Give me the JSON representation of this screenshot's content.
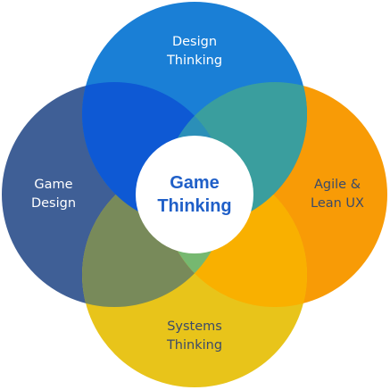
{
  "diagram": {
    "center": {
      "line1": "Game",
      "line2": "Thinking",
      "color": "#1f5fc8"
    },
    "circles": [
      {
        "id": "top",
        "line1": "Design",
        "line2": "Thinking",
        "color": "#1a7fd6"
      },
      {
        "id": "left",
        "line1": "Game",
        "line2": "Design",
        "color": "#3f5f96"
      },
      {
        "id": "right",
        "line1": "Agile &",
        "line2": "Lean UX",
        "color": "#f89b06"
      },
      {
        "id": "bottom",
        "line1": "Systems",
        "line2": "Thinking",
        "color": "#e8c41a"
      }
    ],
    "overlap_colors": {
      "top_left": "#0e59d4",
      "top_right": "#3a9e9e",
      "left_bottom": "#788a5a",
      "right_bottom": "#f9b000",
      "core": "#4a9580",
      "top_left_right": "#2b8fb8",
      "left_right_bottom": "#76b870"
    }
  }
}
